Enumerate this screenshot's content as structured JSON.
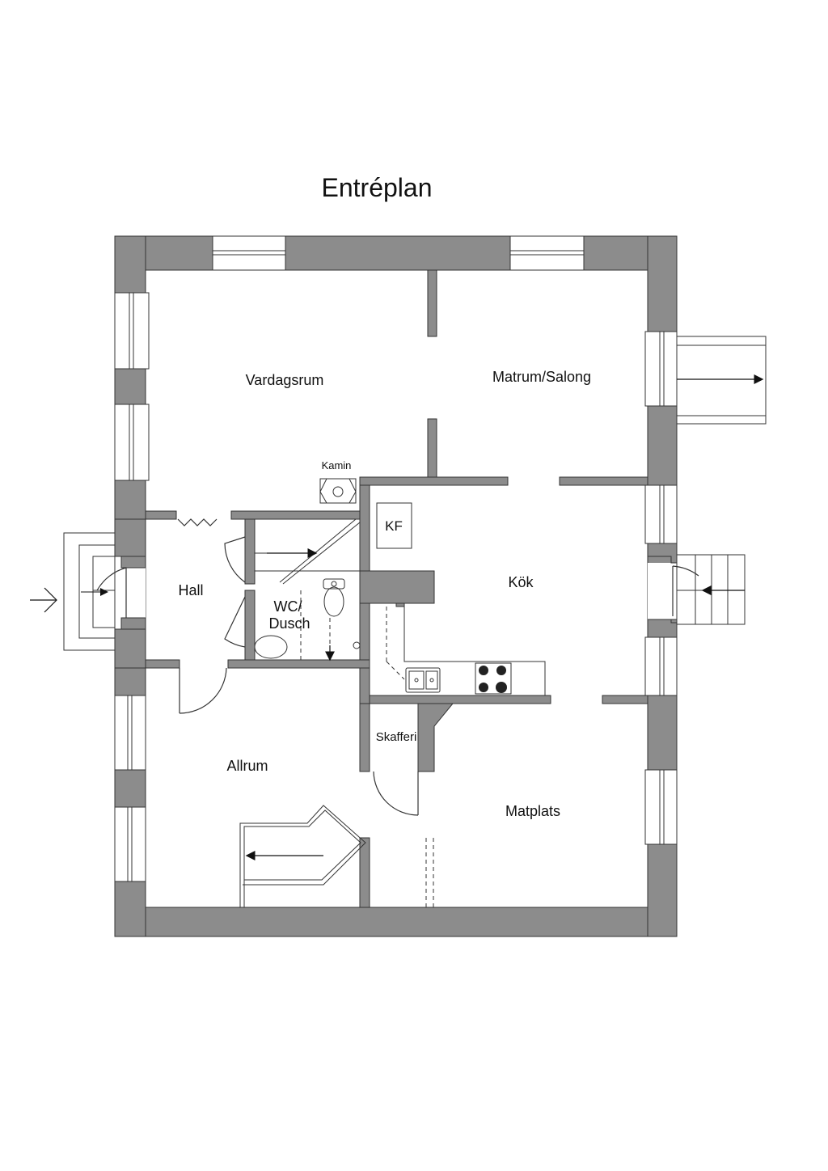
{
  "title": "Entréplan",
  "rooms": {
    "vardagsrum": "Vardagsrum",
    "matrum_salong": "Matrum/Salong",
    "kamin": "Kamin",
    "kf": "KF",
    "kok": "Kök",
    "hall": "Hall",
    "wc_line1": "WC/",
    "wc_line2": "Dusch",
    "skafferi": "Skafferi",
    "allrum": "Allrum",
    "matplats": "Matplats"
  },
  "colors": {
    "wall": "#8c8c8c",
    "line": "#333333",
    "background": "#ffffff"
  }
}
